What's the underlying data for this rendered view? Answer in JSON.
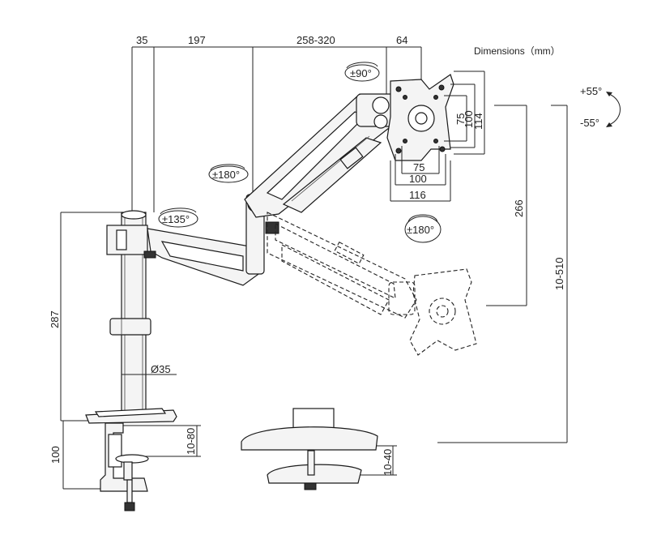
{
  "title": "Dimensions（mm）",
  "top_dimensions": [
    "35",
    "197",
    "258-320",
    "64"
  ],
  "vesa": {
    "inner_h": "75",
    "mid_h": "100",
    "outer_h": "116",
    "inner_v": "75",
    "mid_v": "100",
    "outer_v": "114"
  },
  "rotations": {
    "head": "±90°",
    "arm_joint": "±180°",
    "base_joint": "±135°",
    "plate": "±180°"
  },
  "tilt": {
    "up": "+55°",
    "down": "-55°"
  },
  "heights": {
    "pole": "287",
    "arm_travel": "266",
    "total_range": "10-510",
    "clamp": "100",
    "clamp_thickness": "10-80",
    "grommet_thickness": "10-40"
  },
  "pole_diameter": "Ø35"
}
